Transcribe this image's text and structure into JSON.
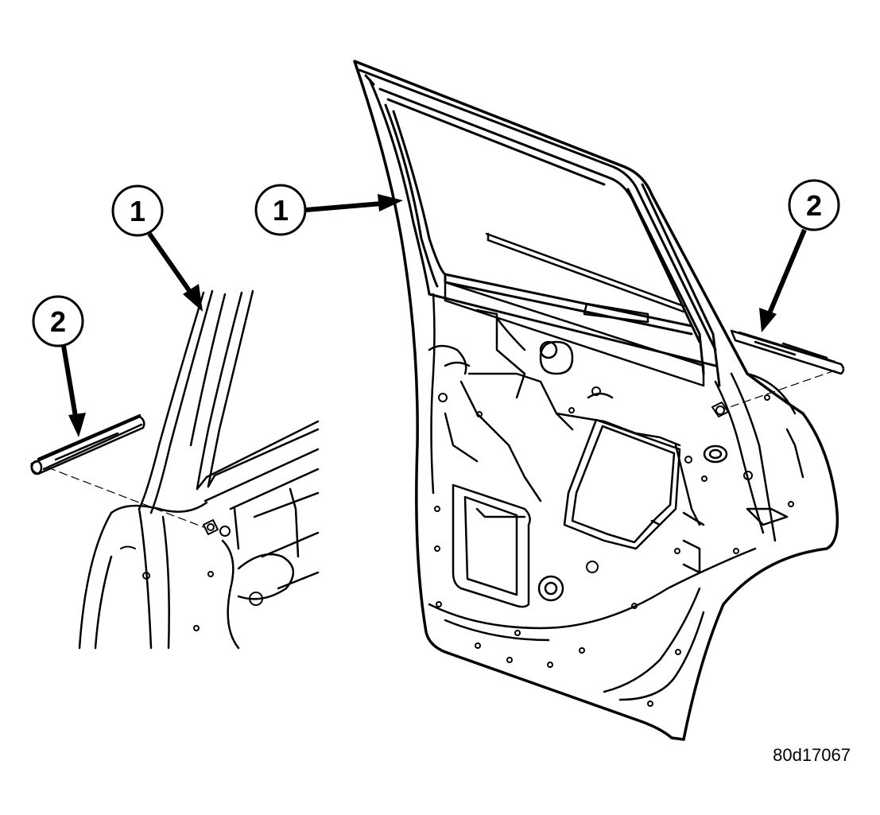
{
  "callouts": {
    "left_1": "1",
    "left_2": "2",
    "right_1": "1",
    "right_2": "2"
  },
  "figure_id": "80d17067",
  "colors": {
    "line": "#000000",
    "background": "#ffffff"
  }
}
